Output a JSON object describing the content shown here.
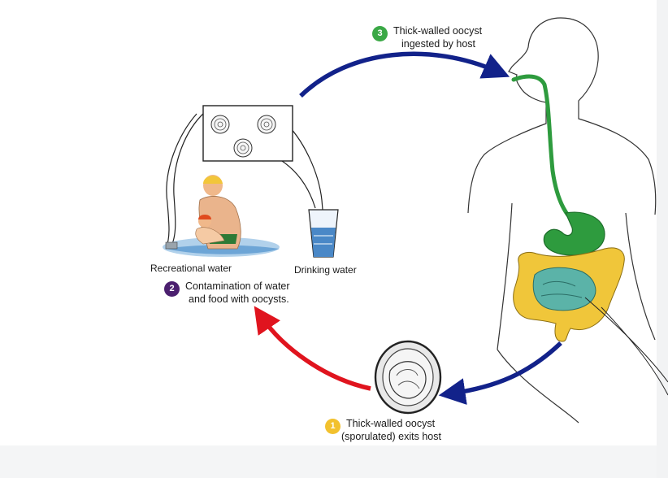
{
  "steps": [
    {
      "number": "1",
      "line1": "Thick-walled oocyst",
      "line2": "(sporulated) exits host",
      "color": "#f2c12e"
    },
    {
      "number": "2",
      "line1": "Contamination of water",
      "line2": "and food with oocysts.",
      "color": "#4b1f6f"
    },
    {
      "number": "3",
      "line1": "Thick-walled oocyst",
      "line2": "ingested by host",
      "color": "#3aa845"
    }
  ],
  "labels": {
    "recreational_water": "Recreational water",
    "drinking_water": "Drinking water"
  },
  "colors": {
    "arrow_blue": "#12228a",
    "arrow_red": "#e0141e",
    "digestive_green": "#2e9b3e",
    "colon_yellow": "#f0c63a",
    "intestine_teal": "#5bb3a8"
  }
}
